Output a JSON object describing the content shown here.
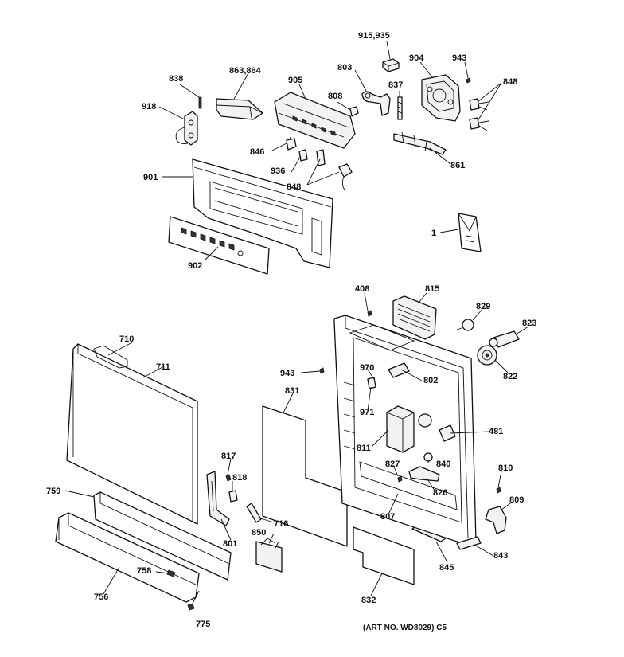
{
  "callouts": [
    {
      "id": "915_935",
      "text": "915,935"
    },
    {
      "id": "803",
      "text": "803"
    },
    {
      "id": "904",
      "text": "904"
    },
    {
      "id": "943_top",
      "text": "943"
    },
    {
      "id": "838",
      "text": "838"
    },
    {
      "id": "863_864",
      "text": "863,864"
    },
    {
      "id": "905",
      "text": "905"
    },
    {
      "id": "837",
      "text": "837"
    },
    {
      "id": "848_top",
      "text": "848"
    },
    {
      "id": "918",
      "text": "918"
    },
    {
      "id": "808",
      "text": "808"
    },
    {
      "id": "846",
      "text": "846"
    },
    {
      "id": "861",
      "text": "861"
    },
    {
      "id": "936",
      "text": "936"
    },
    {
      "id": "901",
      "text": "901"
    },
    {
      "id": "848_mid",
      "text": "848"
    },
    {
      "id": "1",
      "text": "1"
    },
    {
      "id": "902",
      "text": "902"
    },
    {
      "id": "408",
      "text": "408"
    },
    {
      "id": "815",
      "text": "815"
    },
    {
      "id": "829",
      "text": "829"
    },
    {
      "id": "823",
      "text": "823"
    },
    {
      "id": "710",
      "text": "710"
    },
    {
      "id": "711",
      "text": "711"
    },
    {
      "id": "943_mid",
      "text": "943"
    },
    {
      "id": "970",
      "text": "970"
    },
    {
      "id": "802",
      "text": "802"
    },
    {
      "id": "822",
      "text": "822"
    },
    {
      "id": "831",
      "text": "831"
    },
    {
      "id": "971",
      "text": "971"
    },
    {
      "id": "481",
      "text": "481"
    },
    {
      "id": "811",
      "text": "811"
    },
    {
      "id": "817",
      "text": "817"
    },
    {
      "id": "827",
      "text": "827"
    },
    {
      "id": "840",
      "text": "840"
    },
    {
      "id": "810",
      "text": "810"
    },
    {
      "id": "818",
      "text": "818"
    },
    {
      "id": "759",
      "text": "759"
    },
    {
      "id": "826",
      "text": "826"
    },
    {
      "id": "809",
      "text": "809"
    },
    {
      "id": "807",
      "text": "807"
    },
    {
      "id": "716",
      "text": "716"
    },
    {
      "id": "801",
      "text": "801"
    },
    {
      "id": "850",
      "text": "850"
    },
    {
      "id": "843",
      "text": "843"
    },
    {
      "id": "758",
      "text": "758"
    },
    {
      "id": "845",
      "text": "845"
    },
    {
      "id": "756",
      "text": "756"
    },
    {
      "id": "832",
      "text": "832"
    },
    {
      "id": "775",
      "text": "775"
    }
  ],
  "art_number": "(ART NO. WD8029) C5"
}
